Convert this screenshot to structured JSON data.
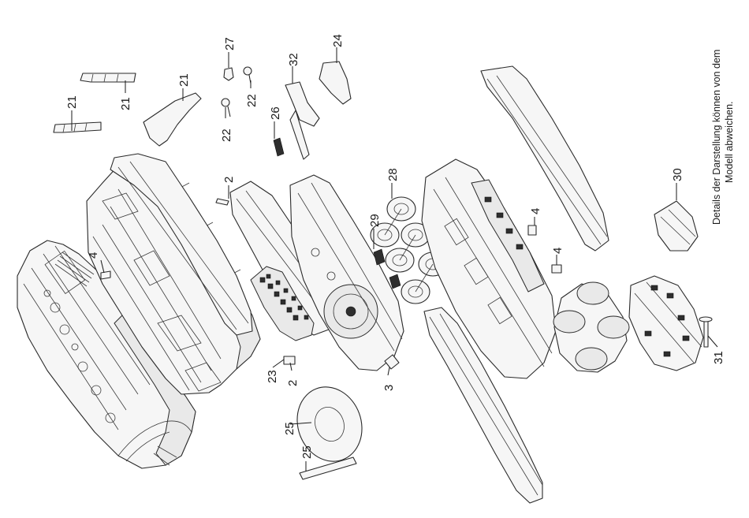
{
  "note": {
    "line1": "Details der Darstellung können von dem",
    "line2": "Modell abweichen."
  },
  "labels": [
    {
      "name": "label-21-a",
      "text": "21"
    },
    {
      "name": "label-21-b",
      "text": "21"
    },
    {
      "name": "label-21-c",
      "text": "21"
    },
    {
      "name": "label-27",
      "text": "27"
    },
    {
      "name": "label-22-a",
      "text": "22"
    },
    {
      "name": "label-22-b",
      "text": "22"
    },
    {
      "name": "label-32",
      "text": "32"
    },
    {
      "name": "label-24",
      "text": "24"
    },
    {
      "name": "label-26",
      "text": "26"
    },
    {
      "name": "label-2-a",
      "text": "2"
    },
    {
      "name": "label-28",
      "text": "28"
    },
    {
      "name": "label-29",
      "text": "29"
    },
    {
      "name": "label-4-a",
      "text": "4"
    },
    {
      "name": "label-4-b",
      "text": "4"
    },
    {
      "name": "label-4-c",
      "text": "4"
    },
    {
      "name": "label-30",
      "text": "30"
    },
    {
      "name": "label-23",
      "text": "23"
    },
    {
      "name": "label-2-b",
      "text": "2"
    },
    {
      "name": "label-3",
      "text": "3"
    },
    {
      "name": "label-25-a",
      "text": "25"
    },
    {
      "name": "label-25-b",
      "text": "25"
    },
    {
      "name": "label-31",
      "text": "31"
    }
  ]
}
